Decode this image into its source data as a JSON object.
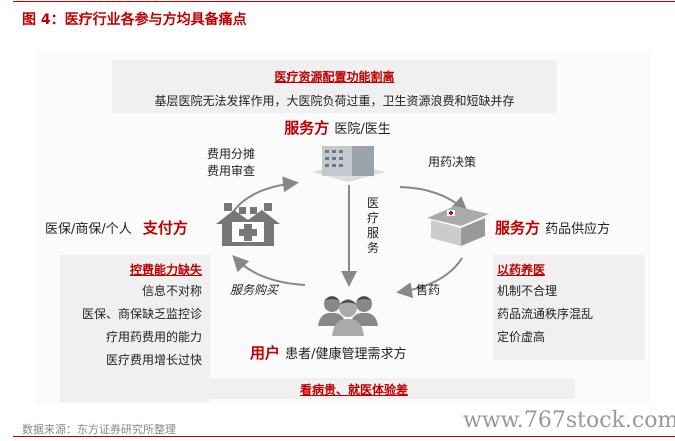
{
  "title": "图 4：医疗行业各参与方均具备痛点",
  "top_box": {
    "heading": "医疗资源配置功能割离",
    "text": "基层医院无法发挥作用，大医院负荷过重，卫生资源浪费和短缺并存"
  },
  "hospital": {
    "role": "服务方",
    "desc": "医院/医生"
  },
  "payer": {
    "role": "支付方",
    "desc": "医保/商保/个人"
  },
  "pharma": {
    "role": "服务方",
    "desc": "药品供应方"
  },
  "user": {
    "role": "用户",
    "desc": "患者/健康管理需求方"
  },
  "flows": {
    "cost1": "费用分摊",
    "cost2": "费用审查",
    "drug_decision": "用药决策",
    "medical_service": "医疗服务",
    "service_purchase": "服务购买",
    "drug_sale": "售药"
  },
  "left_box": {
    "heading": "控费能力缺失",
    "items": [
      "信息不对称",
      "医保、商保缺乏监控诊",
      "疗用药费用的能力",
      "医疗费用增长过快"
    ]
  },
  "right_box": {
    "heading": "以药养医",
    "items": [
      "机制不合理",
      "药品流通秩序混乱",
      "定价虚高"
    ]
  },
  "bottom_box": {
    "heading": "看病贵、就医体验差"
  },
  "source": "数据来源：东方证券研究所整理",
  "watermark": "www.767stock.com"
}
